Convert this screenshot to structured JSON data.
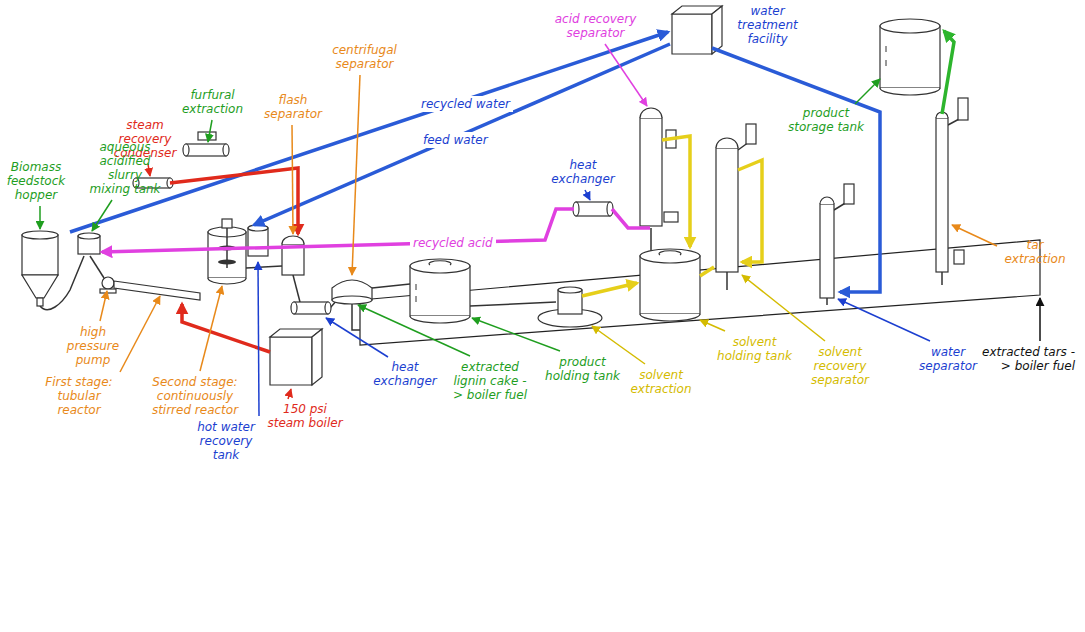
{
  "diagram": {
    "labels": [
      "Biomass feedstock hopper",
      "steam recovery condenser",
      "furfural extraction",
      "aqueous acidified slurry mixing tank",
      "flash separator",
      "centrifugal separator",
      "acid recovery separator",
      "water treatment facility",
      "recycled water",
      "feed water",
      "recycled acid",
      "heat exchanger",
      "product storage tank",
      "tar extraction",
      "high pressure pump",
      "First stage: tubular reactor",
      "Second stage: continuously stirred reactor",
      "hot water recovery tank",
      "150 psi steam boiler",
      "heat exchanger",
      "extracted lignin cake -> boiler fuel",
      "product holding tank",
      "solvent extraction",
      "solvent holding tank",
      "solvent recovery separator",
      "water separator",
      "extracted tars -> boiler fuel"
    ]
  }
}
